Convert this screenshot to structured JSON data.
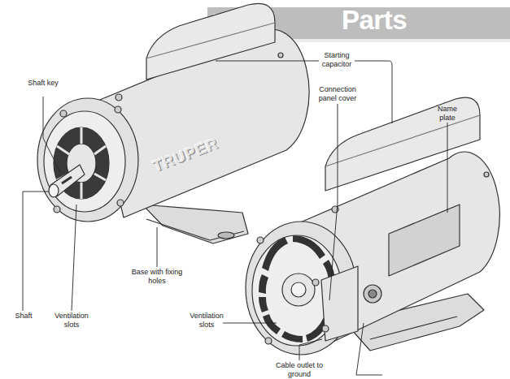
{
  "diagram": {
    "title": "Parts",
    "labels": [
      "Shaft key",
      "Starting capacitor",
      "Connection panel cover",
      "Name plate",
      "Base with fixing holes",
      "Shaft",
      "Ventilation slots",
      "Ventilation slots",
      "Cable outlet to ground",
      "TRUPER"
    ]
  }
}
